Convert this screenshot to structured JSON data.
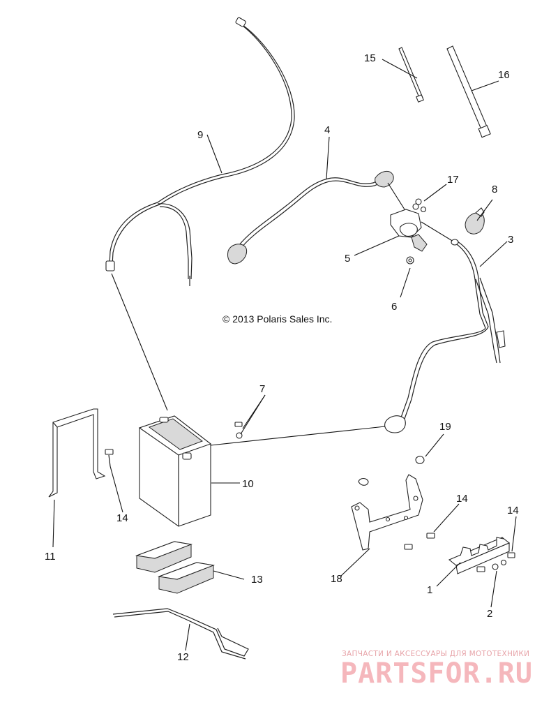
{
  "diagram": {
    "copyright": "© 2013 Polaris Sales Inc.",
    "callouts": [
      "1",
      "2",
      "3",
      "4",
      "5",
      "6",
      "7",
      "8",
      "9",
      "10",
      "11",
      "12",
      "13",
      "14",
      "15",
      "16",
      "17",
      "18",
      "19"
    ],
    "callout_14_repeat": "14",
    "watermark": {
      "tagline": "ЗАПЧАСТИ И АКСЕССУАРЫ ДЛЯ МОТОТЕХНИКИ",
      "brand": "PARTSFOR.RU"
    }
  }
}
